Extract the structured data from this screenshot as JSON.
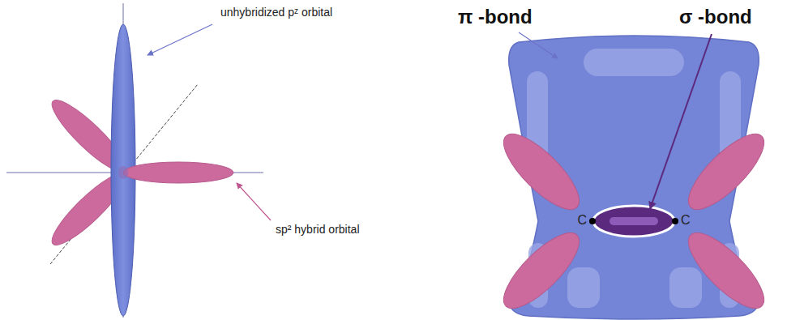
{
  "diagram": {
    "labels": [
      "unhybridized pᶻ orbital",
      "sp² hybrid orbital",
      "π -bond",
      "σ -bond",
      "C",
      "C"
    ]
  }
}
